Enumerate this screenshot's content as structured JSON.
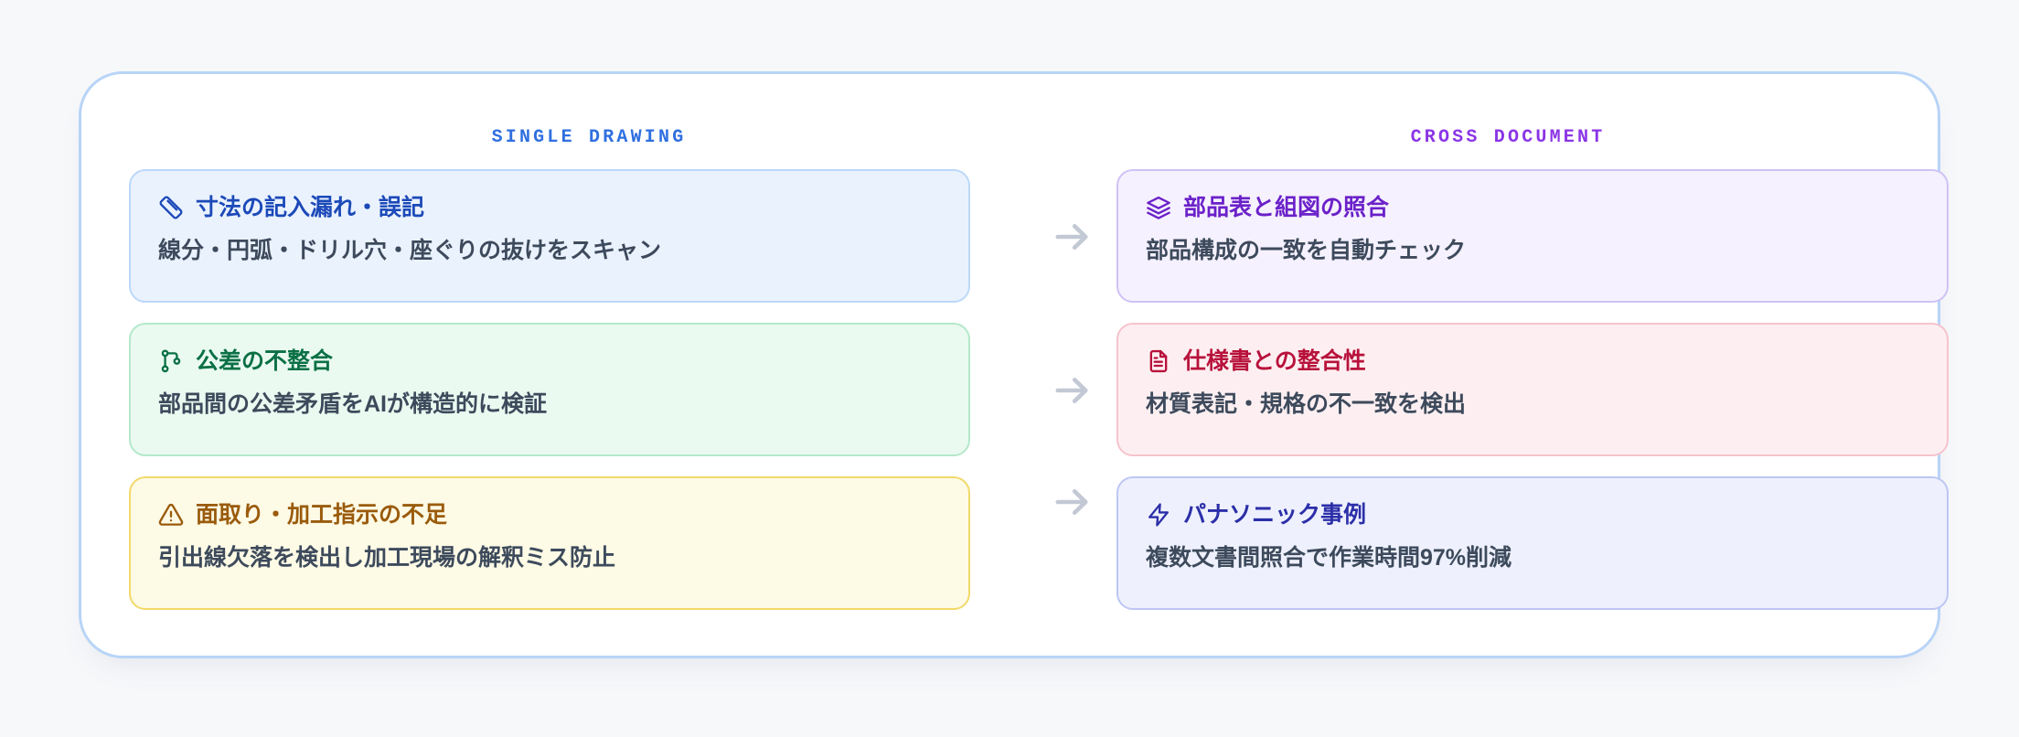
{
  "columns": {
    "left_label": "SINGLE DRAWING",
    "right_label": "CROSS DOCUMENT"
  },
  "colors": {
    "panel_border": "#b8d4f7",
    "page_background": "#f7f8fa",
    "left_header": "#2f6fe0",
    "right_header": "#8b35e6",
    "arrow": "#c3c9d4"
  },
  "arrows": [
    {
      "icon": "arrow-right-icon"
    },
    {
      "icon": "arrow-right-icon"
    },
    {
      "icon": "arrow-right-icon"
    }
  ],
  "rows": [
    {
      "left": {
        "icon": "ruler-icon",
        "title": "寸法の記入漏れ・誤記",
        "desc": "線分・円弧・ドリル穴・座ぐりの抜けをスキャン"
      },
      "right": {
        "icon": "layers-icon",
        "title": "部品表と組図の照合",
        "desc": "部品構成の一致を自動チェック"
      }
    },
    {
      "left": {
        "icon": "git-branch-icon",
        "title": "公差の不整合",
        "desc": "部品間の公差矛盾をAIが構造的に検証"
      },
      "right": {
        "icon": "file-text-icon",
        "title": "仕様書との整合性",
        "desc": "材質表記・規格の不一致を検出"
      }
    },
    {
      "left": {
        "icon": "alert-triangle-icon",
        "title": "面取り・加工指示の不足",
        "desc": "引出線欠落を検出し加工現場の解釈ミス防止"
      },
      "right": {
        "icon": "zap-icon",
        "title": "パナソニック事例",
        "desc": "複数文書間照合で作業時間97%削減"
      }
    }
  ]
}
